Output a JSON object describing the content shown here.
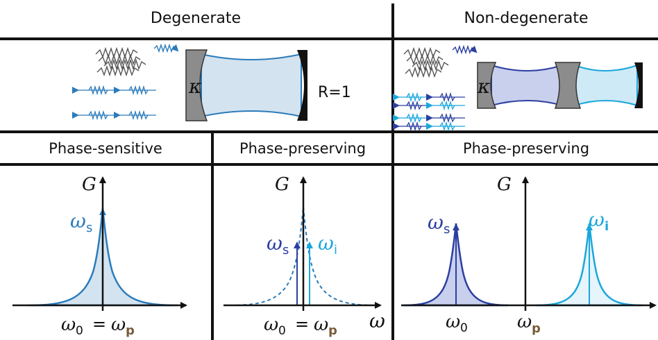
{
  "headers": {
    "degenerate": "Degenerate",
    "non_degenerate": "Non-degenerate"
  },
  "subheaders": {
    "phase_sensitive": "Phase-sensitive",
    "phase_preserving_left": "Phase-preserving",
    "phase_preserving_right": "Phase-preserving"
  },
  "cavity": {
    "kappa": "κ",
    "mirror_reflectivity": "R=1"
  },
  "plots": {
    "gain_axis": "G",
    "freq_axis": "ω",
    "omega_s": "ω",
    "sub_s": "s",
    "omega_i": "ω",
    "sub_i": "i",
    "omega_0": "ω",
    "sub_0": "0",
    "equals": "=",
    "omega_p": "ω",
    "sub_p": "p"
  },
  "colors": {
    "signal_light": "#2b7bba",
    "signal_dark": "#2b3fa0",
    "idler": "#1aa7dc",
    "cavity_fill_light": "#d3e3f0",
    "cavity_fill_purple": "#c9d0ee",
    "cavity_fill_cyan": "#cdeaf6",
    "mirror_grey": "#8c8c8c"
  }
}
